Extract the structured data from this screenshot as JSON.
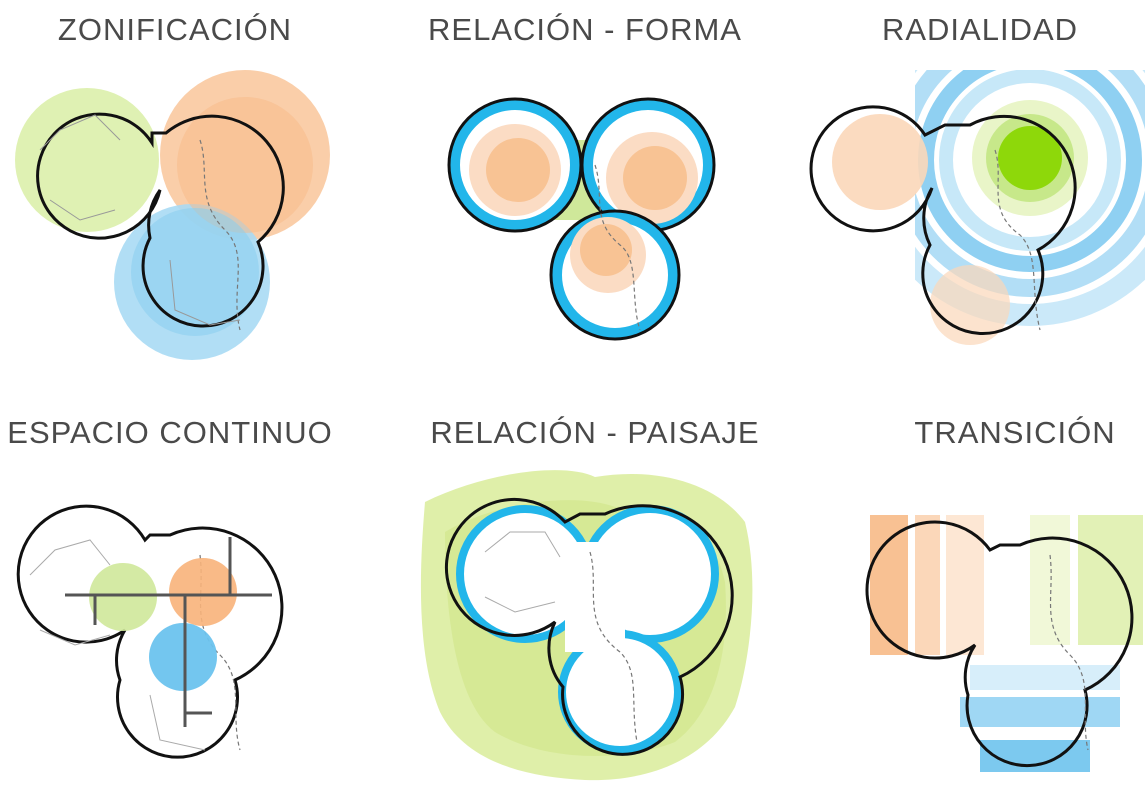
{
  "titles": {
    "zonificacion": "ZONIFICACIÓN",
    "relacion_forma": "RELACIÓN - FORMA",
    "radialidad": "RADIALIDAD",
    "espacio_continuo": "ESPACIO CONTINUO",
    "relacion_paisaje": "RELACIÓN - PAISAJE",
    "transicion": "TRANSICIÓN"
  },
  "colors": {
    "green": "#d5ec9c",
    "orange": "#f8c79c",
    "blue": "#7ccbef",
    "cyan": "#22b6ea",
    "bright_green": "#8ed80a",
    "outline": "#111111"
  }
}
